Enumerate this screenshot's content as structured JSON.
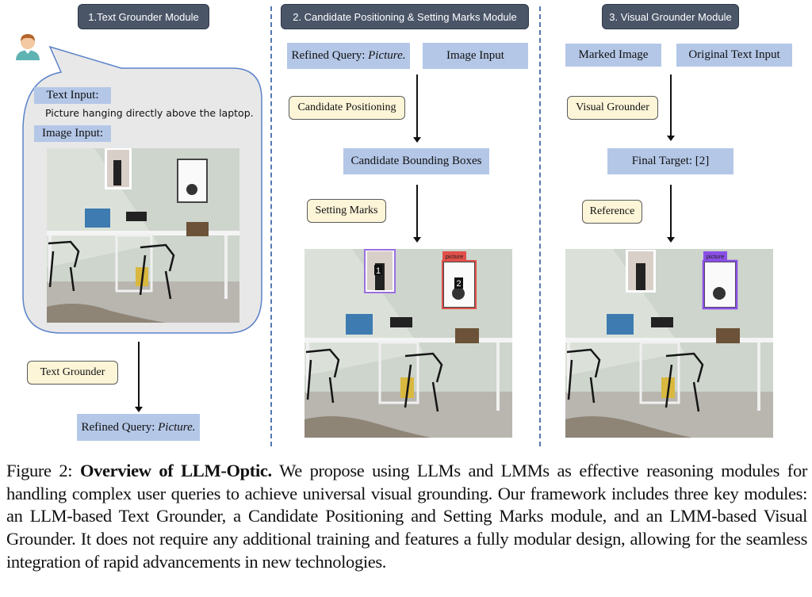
{
  "modules": [
    {
      "title": "1.Text Grounder Module",
      "bubble": {
        "text_input_label": "Text Input:",
        "text_input_value": "Picture hanging directly above the laptop.",
        "image_input_label": "Image Input:"
      },
      "process_label": "Text Grounder",
      "output": {
        "prefix": "Refined Query: ",
        "value": "Picture."
      }
    },
    {
      "title": "2. Candidate Positioning & Setting Marks Module",
      "inputs": [
        {
          "prefix": "Refined Query: ",
          "value": "Picture."
        },
        {
          "label": "Image Input"
        }
      ],
      "process_1": "Candidate Positioning",
      "intermediate": "Candidate Bounding Boxes",
      "process_2": "Setting Marks",
      "marks": [
        {
          "id": "1",
          "color": "#9b6fe0"
        },
        {
          "id": "2",
          "label": "picture",
          "color": "#e0504a"
        }
      ]
    },
    {
      "title": "3. Visual Grounder Module",
      "inputs": [
        {
          "label": "Marked Image"
        },
        {
          "label": "Original Text Input"
        }
      ],
      "process_1": "Visual Grounder",
      "intermediate": "Final Target: [2]",
      "process_2": "Reference",
      "result_box": {
        "label": "picture",
        "color": "#8a4fe6"
      }
    }
  ],
  "caption": {
    "figure_label": "Figure 2:",
    "bold_title": "Overview of LLM-Optic.",
    "body": "We propose using LLMs and LMMs as effective reasoning modules for handling complex user queries to achieve universal visual grounding. Our framework includes three key modules: an LLM-based Text Grounder, a Candidate Positioning and Setting Marks module, and an LMM-based Visual Grounder. It does not require any additional training and features a fully modular design, allowing for the seamless integration of rapid advancements in new technologies."
  },
  "colors": {
    "header_bg": "#4a5568",
    "blue_box": "#b4c7e7",
    "yellow_box": "#fdf5d8",
    "divider": "#5577b0",
    "bubble_border": "#5b82c9",
    "bubble_fill": "#e8e8e8"
  }
}
